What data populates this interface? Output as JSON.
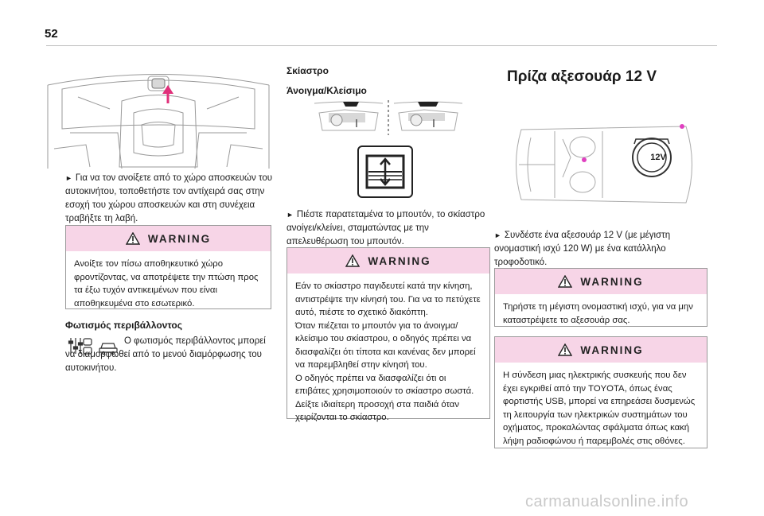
{
  "page_number": "52",
  "col1": {
    "open_text": "Για να τον ανοίξετε από το χώρο αποσκευών του αυτοκινήτου, τοποθετήστε τον αντίχειρά σας στην εσοχή του χώρου αποσκευών και στη συνέχεια τραβήξτε τη λαβή.",
    "warning_label": "WARNING",
    "warning_text": "Ανοίξτε τον πίσω αποθηκευτικό χώρο φροντίζοντας, να αποτρέψετε την πτώση προς τα έξω τυχόν αντικειμένων που είναι αποθηκευμένα στο εσωτερικό.",
    "ambient_title": "Φωτισμός περιβάλλοντος",
    "ambient_text": "Ο φωτισμός περιβάλλοντος μπορεί να διαμορφωθεί από το μενού διαμόρφωσης του αυτοκινήτου."
  },
  "col2": {
    "title": "Σκίαστρο",
    "subtitle": "Άνοιγμα/Κλείσιμο",
    "press_text": "Πιέστε παρατεταμένα το μπουτόν, το σκίαστρο ανοίγει/κλείνει, σταματώντας με την απελευθέρωση του μπουτόν.",
    "warning_label": "WARNING",
    "warning_lines": [
      "Εάν το σκίαστρο παγιδευτεί κατά την κίνηση, αντιστρέψτε την κίνησή του. Για να το πετύχετε αυτό, πιέστε το σχετικό διακόπτη.",
      "Όταν πιέζεται το μπουτόν για το άνοιγμα/κλείσιμο του σκίαστρου, ο οδηγός πρέπει να διασφαλίζει ότι τίποτα και κανένας δεν μπορεί να παρεμβληθεί στην κίνησή του.",
      "Ο οδηγός πρέπει να διασφαλίζει ότι οι επιβάτες χρησιμοποιούν το σκίαστρο σωστά.",
      "Δείξτε ιδιαίτερη προσοχή στα παιδιά όταν χειρίζονται το σκίαστρο."
    ]
  },
  "col3": {
    "title": "Πρίζα αξεσουάρ 12 V",
    "socket_label": "12V",
    "connect_text": "Συνδέστε ένα αξεσουάρ 12 V (με μέγιστη ονομαστική ισχύ 120 W) με ένα κατάλληλο τροφοδοτικό.",
    "warning1_label": "WARNING",
    "warning1_text": "Τηρήστε τη μέγιστη ονομαστική ισχύ, για να μην καταστρέψετε το αξεσουάρ σας.",
    "warning2_label": "WARNING",
    "warning2_text": "Η σύνδεση μιας ηλεκτρικής συσκευής που δεν έχει εγκριθεί από την TOYOTA, όπως ένας φορτιστής USB, μπορεί να επηρεάσει δυσμενώς τη λειτουργία των ηλεκτρικών συστημάτων του οχήματος, προκαλώντας σφάλματα όπως κακή λήψη ραδιοφώνου ή παρεμβολές στις οθόνες."
  },
  "watermark": "carmanualsonline.info",
  "colors": {
    "warning_header": "#f7d5e7",
    "arrow_accent": "#e0307a",
    "dot_accent": "#e040c0"
  }
}
